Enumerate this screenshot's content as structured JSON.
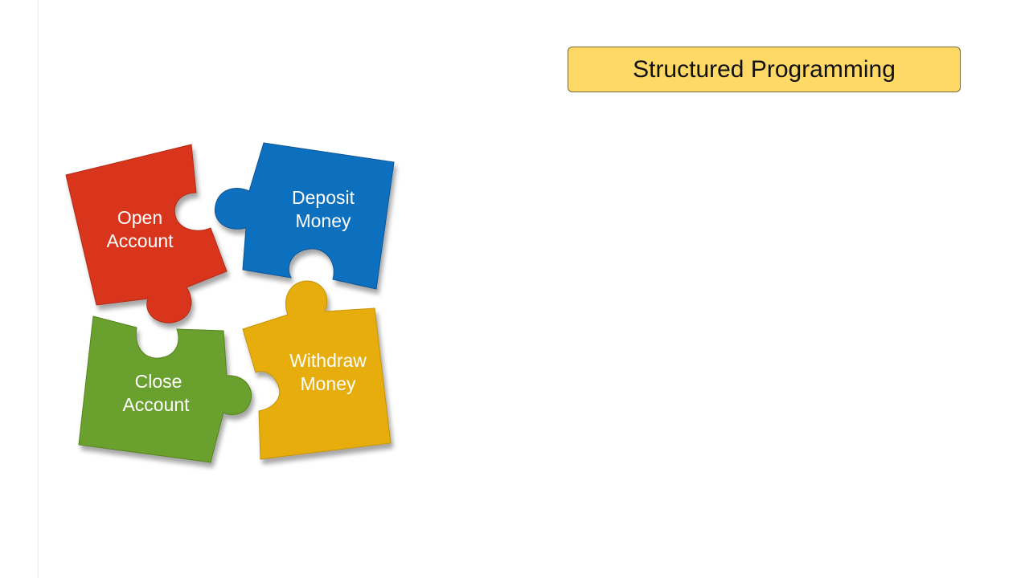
{
  "slide": {
    "title": "Structured Programming"
  },
  "puzzle": {
    "pieces": [
      {
        "line1": "Open",
        "line2": "Account",
        "color": "#d9361f"
      },
      {
        "line1": "Deposit",
        "line2": "Money",
        "color": "#0d6fbf"
      },
      {
        "line1": "Close",
        "line2": "Account",
        "color": "#6aa12e"
      },
      {
        "line1": "Withdraw",
        "line2": "Money",
        "color": "#e6ad09"
      }
    ]
  }
}
